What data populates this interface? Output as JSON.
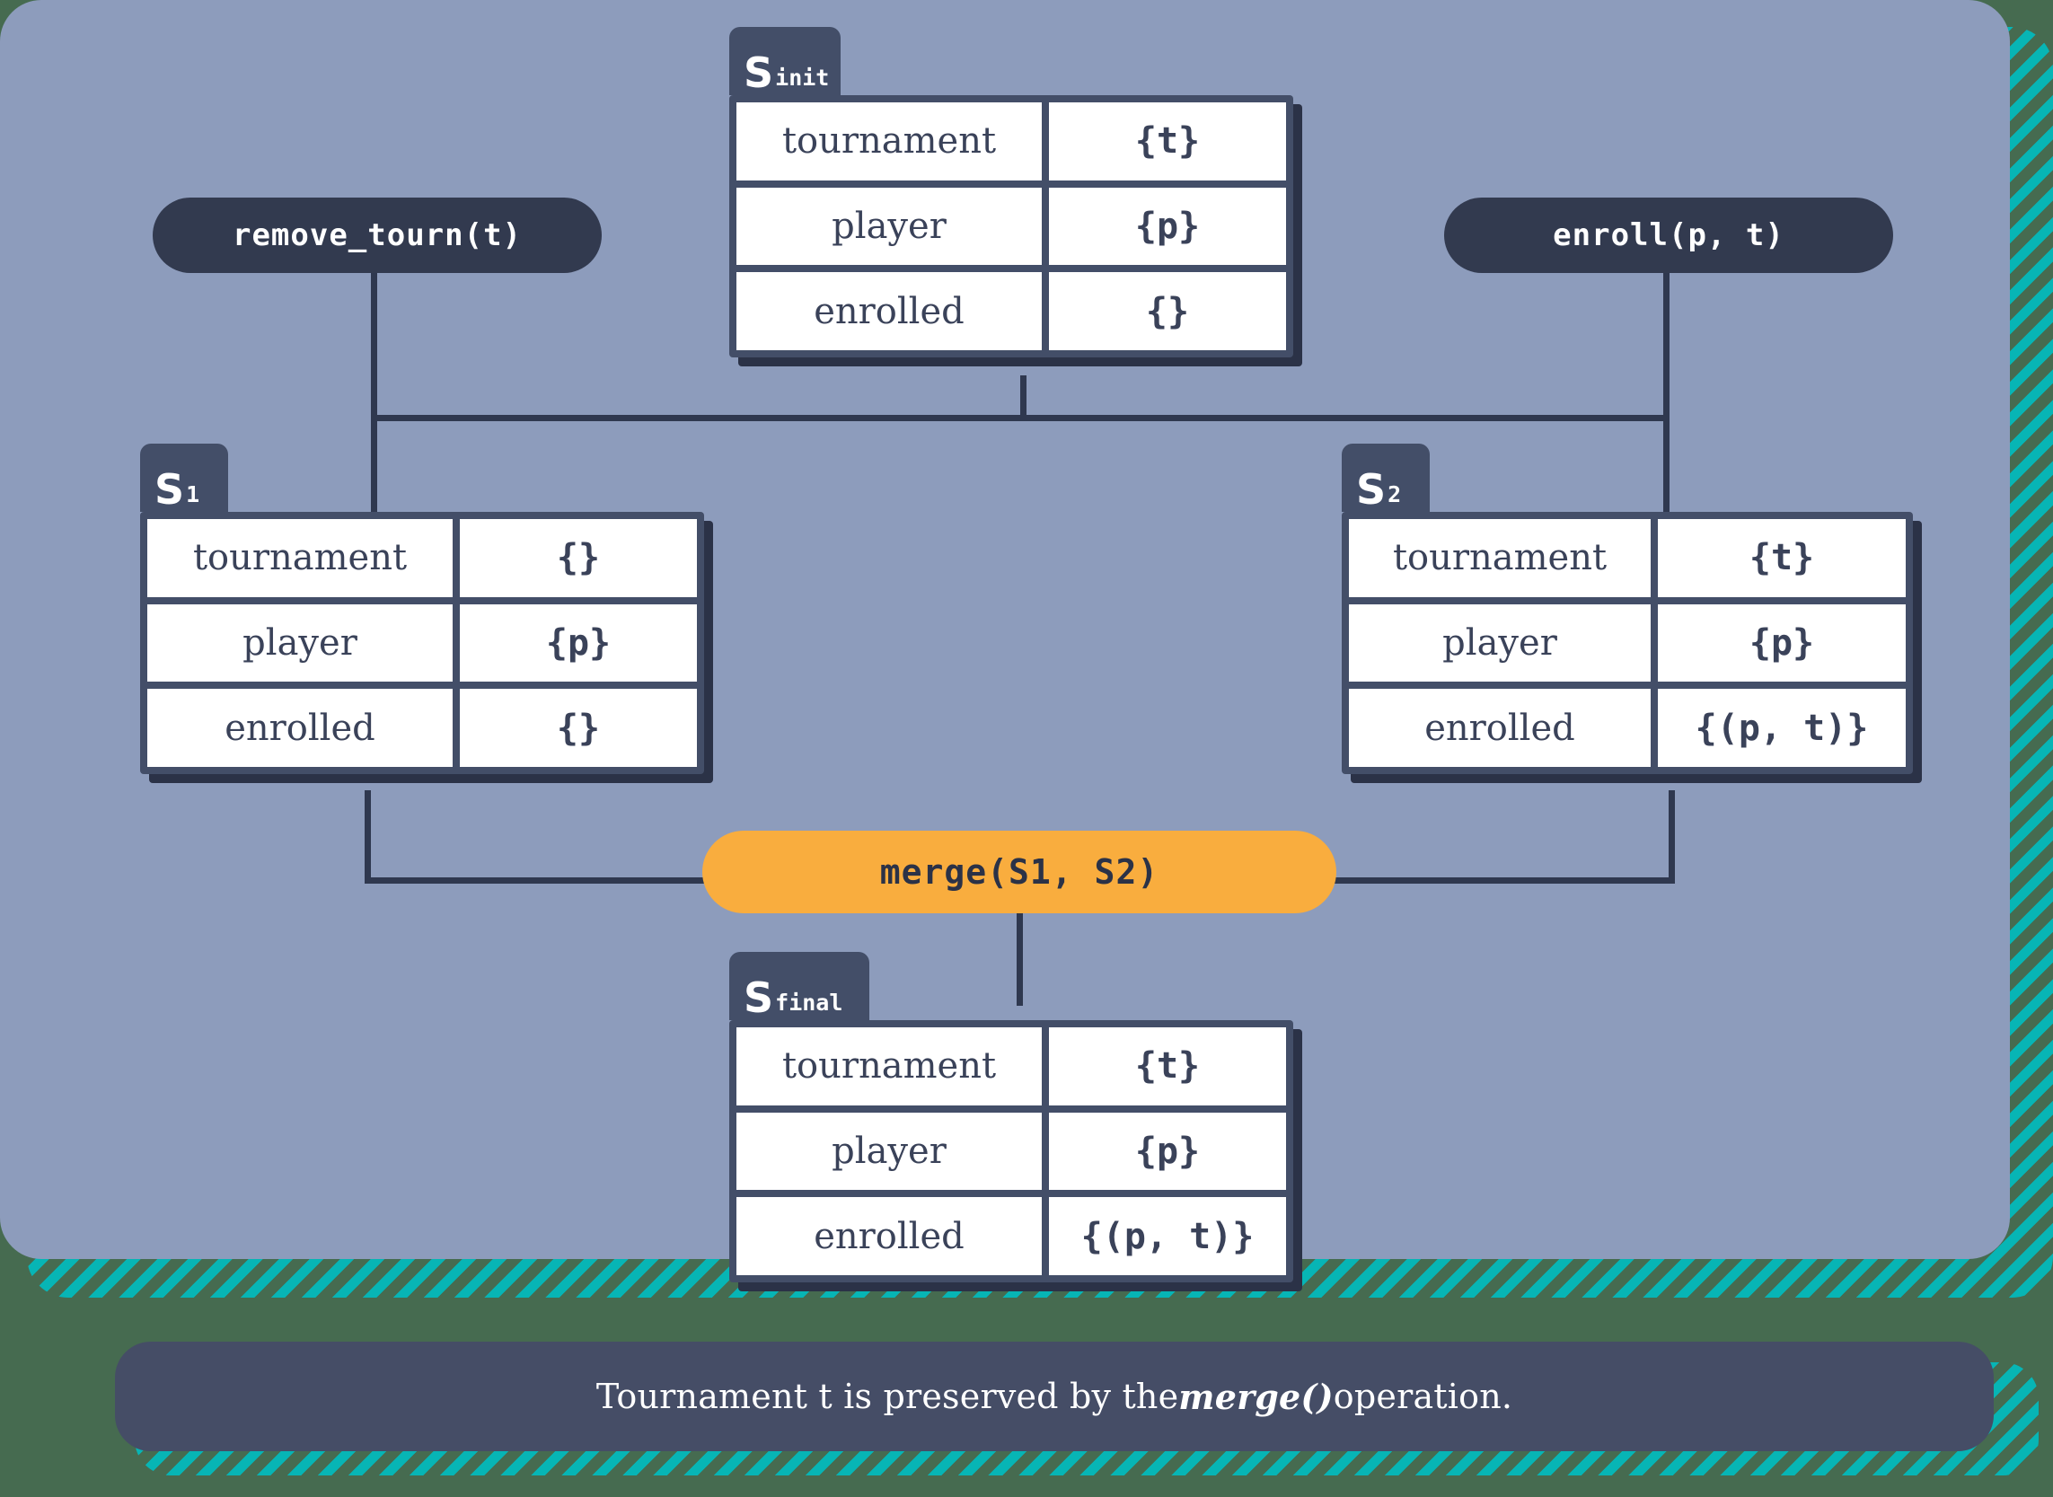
{
  "theme": {
    "background": "#466b50",
    "panel": "#8d9cbc",
    "stripe": "#07b5b5",
    "slate": "#434e68",
    "slate_dark": "#2b3247",
    "line": "#2f384f",
    "accent": "#f9ad3e",
    "caption_bg": "#454d66",
    "cell_bg": "#ffffff",
    "text_dark": "#3a4259"
  },
  "diagram": {
    "title_state": "S",
    "operations": [
      {
        "id": "remove-tourn",
        "label": "remove_tourn(t)",
        "style": "dark"
      },
      {
        "id": "enroll",
        "label": "enroll(p, t)",
        "style": "dark"
      },
      {
        "id": "merge",
        "label": "merge(S1, S2)",
        "style": "accent"
      }
    ],
    "fields": [
      "tournament",
      "player",
      "enrolled"
    ],
    "states": [
      {
        "id": "s-init",
        "name": "S",
        "subscript": "init",
        "rows": [
          {
            "key": "tournament",
            "value": "{t}"
          },
          {
            "key": "player",
            "value": "{p}"
          },
          {
            "key": "enrolled",
            "value": "{}"
          }
        ]
      },
      {
        "id": "s1",
        "name": "S",
        "subscript": "1",
        "rows": [
          {
            "key": "tournament",
            "value": "{}"
          },
          {
            "key": "player",
            "value": "{p}"
          },
          {
            "key": "enrolled",
            "value": "{}"
          }
        ]
      },
      {
        "id": "s2",
        "name": "S",
        "subscript": "2",
        "rows": [
          {
            "key": "tournament",
            "value": "{t}"
          },
          {
            "key": "player",
            "value": "{p}"
          },
          {
            "key": "enrolled",
            "value": "{(p, t)}"
          }
        ]
      },
      {
        "id": "s-final",
        "name": "S",
        "subscript": "final",
        "rows": [
          {
            "key": "tournament",
            "value": "{t}"
          },
          {
            "key": "player",
            "value": "{p}"
          },
          {
            "key": "enrolled",
            "value": "{(p, t)}"
          }
        ]
      }
    ]
  },
  "caption": {
    "before": "Tournament t is preserved by the ",
    "emphasis": "merge()",
    "after": " operation."
  }
}
